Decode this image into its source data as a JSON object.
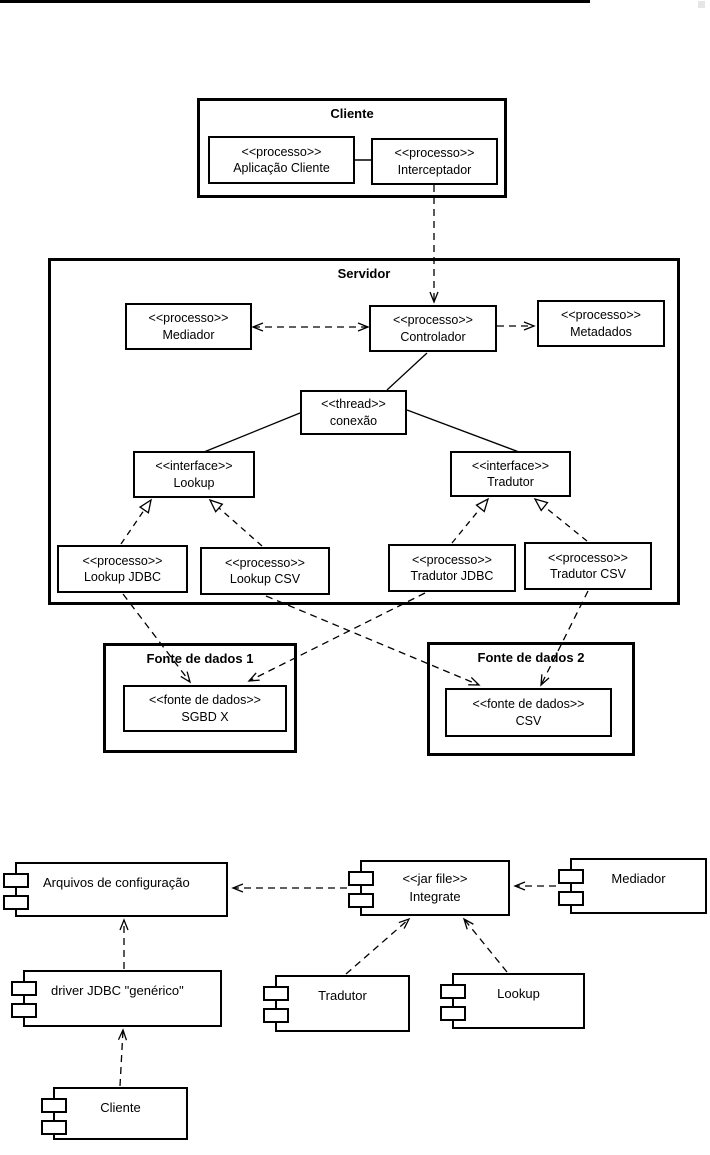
{
  "colors": {
    "line": "#000000",
    "background": "#ffffff"
  },
  "deployment": {
    "cliente_node": {
      "title": "Cliente"
    },
    "aplicacao": {
      "stereotype": "<<processo>>",
      "name": "Aplicação Cliente"
    },
    "interceptador": {
      "stereotype": "<<processo>>",
      "name": "Interceptador"
    },
    "servidor_node": {
      "title": "Servidor"
    },
    "mediador": {
      "stereotype": "<<processo>>",
      "name": "Mediador"
    },
    "controlador": {
      "stereotype": "<<processo>>",
      "name": "Controlador"
    },
    "metadados": {
      "stereotype": "<<processo>>",
      "name": "Metadados"
    },
    "conexao": {
      "stereotype": "<<thread>>",
      "name": "conexão"
    },
    "lookup_if": {
      "stereotype": "<<interface>>",
      "name": "Lookup"
    },
    "tradutor_if": {
      "stereotype": "<<interface>>",
      "name": "Tradutor"
    },
    "lookup_jdbc": {
      "stereotype": "<<processo>>",
      "name": "Lookup JDBC"
    },
    "lookup_csv": {
      "stereotype": "<<processo>>",
      "name": "Lookup CSV"
    },
    "tradutor_jdbc": {
      "stereotype": "<<processo>>",
      "name": "Tradutor JDBC"
    },
    "tradutor_csv": {
      "stereotype": "<<processo>>",
      "name": "Tradutor CSV"
    },
    "fonte1_node": {
      "title": "Fonte de dados 1"
    },
    "sgbdx": {
      "stereotype": "<<fonte de dados>>",
      "name": "SGBD X"
    },
    "fonte2_node": {
      "title": "Fonte de dados 2"
    },
    "csv": {
      "stereotype": "<<fonte de dados>>",
      "name": "CSV"
    }
  },
  "components": {
    "arquivos": {
      "name": "Arquivos de configuração"
    },
    "integrate": {
      "stereotype": "<<jar file>>",
      "name": "Integrate"
    },
    "mediador": {
      "name": "Mediador"
    },
    "driver": {
      "name": "driver JDBC \"genérico\""
    },
    "tradutor": {
      "name": "Tradutor"
    },
    "lookup": {
      "name": "Lookup"
    },
    "cliente": {
      "name": "Cliente"
    }
  }
}
